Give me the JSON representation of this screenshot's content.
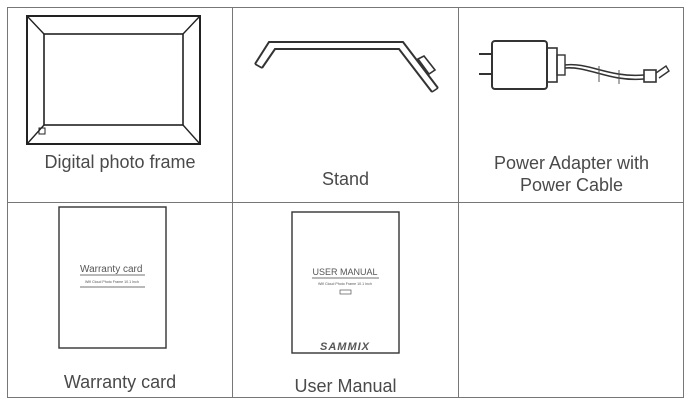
{
  "items": [
    {
      "caption": "Digital photo frame"
    },
    {
      "caption": "Stand"
    },
    {
      "caption_line1": "Power Adapter with",
      "caption_line2": "Power Cable"
    },
    {
      "caption": "Warranty card",
      "card_title": "Warranty card",
      "card_subtitle": "Wifi Cloud Photo Frame 10.1 Inch"
    },
    {
      "caption": "User Manual",
      "manual_title": "USER MANUAL",
      "manual_subtitle": "Wifi Cloud Photo Frame 10.1 Inch",
      "brand": "SAMMIX"
    }
  ]
}
